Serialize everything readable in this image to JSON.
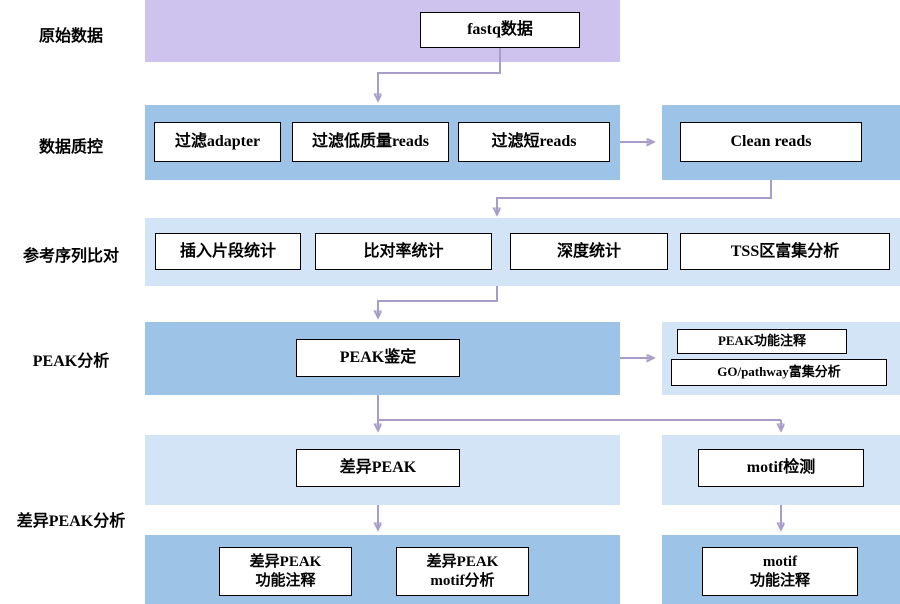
{
  "stages": [
    {
      "label": "原始数据"
    },
    {
      "label": "数据质控"
    },
    {
      "label": "参考序列比对"
    },
    {
      "label": "PEAK分析"
    },
    {
      "label": "差异PEAK分析"
    }
  ],
  "nodes": {
    "fastq": "fastq数据",
    "filter_adapter": "过滤adapter",
    "filter_low_quality": "过滤低质量reads",
    "filter_short_reads": "过滤短reads",
    "clean_reads": "Clean reads",
    "insert_size_stats": "插入片段统计",
    "mapping_rate_stats": "比对率统计",
    "depth_stats": "深度统计",
    "tss_enrichment": "TSS区富集分析",
    "peak_identification": "PEAK鉴定",
    "peak_annotation": "PEAK功能注释",
    "go_pathway_enrichment": "GO/pathway富集分析",
    "diff_peak": "差异PEAK",
    "motif_detection": "motif检测",
    "diff_peak_annotation": "差异PEAK\n功能注释",
    "diff_peak_motif": "差异PEAK\nmotif分析",
    "motif_annotation": "motif\n功能注释"
  },
  "colors": {
    "raw_data_band": "#cdc3ee",
    "primary_band": "#9dc3e6",
    "light_band": "#d3e4f6",
    "node_background": "#ffffff",
    "node_border": "#000000",
    "arrow": "#a79dc8",
    "text": "#000000",
    "page_background": "#ffffff"
  }
}
